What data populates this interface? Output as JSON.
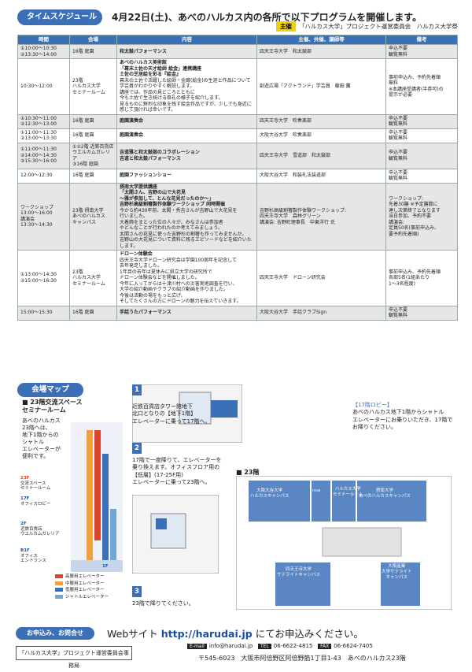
{
  "schedule": {
    "title": "タイムスケジュール",
    "intro": "4月22日(土)、あべのハルカス内の各所で以下プログラムを開催します。",
    "org_tag": "主催",
    "org_text": "「ハルカス大学」プロジェクト運営委員会　ハルカス大学祭",
    "headers": [
      "時間",
      "会場",
      "内容",
      "主催、共催、講師等",
      "備考"
    ],
    "rows": [
      {
        "time": [
          "①10:00～10:30",
          "②13:30～14:00"
        ],
        "venue": [
          "16階 庭園"
        ],
        "content": [
          "和太鼓パフォーマンス"
        ],
        "bold": 1,
        "org": [
          "四天王寺大学　和太鼓部"
        ],
        "note": [
          "申込不要",
          "観覧無料"
        ],
        "alt": true
      },
      {
        "time": [
          "10:30～12:00"
        ],
        "venue": [
          "23階",
          "ハルカス大学",
          "セミナールーム"
        ],
        "content": [
          "あべのハルカス美術館",
          "「幕末土佐の天才絵師 絵金」連携講座",
          "土佐の芝居絵を彩る『絵金』",
          "幕末の土佐で活躍した絵師・金蔵(絵金)の生涯と作品について",
          "学芸員がわかりやすく解説します。",
          "講座では、作品の見どころとともに",
          "今も土佐で生き続ける祭礼の様子を紹介します。",
          "見るものに鮮烈な印象を残す絵金作品ですが、少しでも身近に",
          "感じて頂ければ幸いです。"
        ],
        "bold": 3,
        "org": [
          "創造広場「アクトランド」学芸員　藤田 薫"
        ],
        "note": [
          "事前申込み、予約先着順",
          "無料",
          "※本講座受講者(半券可)の",
          "提示が必要"
        ],
        "alt": false
      },
      {
        "time": [
          "①10:30～11:00",
          "②12:30～13:00"
        ],
        "venue": [
          "16階 庭園"
        ],
        "content": [
          "庭園演奏会"
        ],
        "bold": 1,
        "org": [
          "四天王寺大学　吹奏楽部"
        ],
        "note": [
          "申込不要",
          "観覧無料"
        ],
        "alt": true
      },
      {
        "time": [
          "①11:00～11:30",
          "②13:00～13:30"
        ],
        "venue": [
          "16階 庭園"
        ],
        "content": [
          "庭園演奏会"
        ],
        "bold": 1,
        "org": [
          "大阪大谷大学　吹奏楽部"
        ],
        "note": [
          "申込不要",
          "観覧無料"
        ],
        "alt": false
      },
      {
        "time": [
          "①11:00～11:30",
          "②14:00～14:30",
          "③15:30～16:00"
        ],
        "venue": [
          "①②2階 近鉄百貨店",
          "ウエルカムガレリア",
          "③16階 庭園"
        ],
        "content": [
          "吉道雅と和太鼓部のコラボレーション",
          "吉道と和太鼓パフォーマンス"
        ],
        "bold": 2,
        "org": [
          "四天王寺大学　雪道部　和太鼓部"
        ],
        "note": [
          "申込不要",
          "観覧無料"
        ],
        "alt": true
      },
      {
        "time": [
          "12:00～12:30"
        ],
        "venue": [
          "16階 庭園"
        ],
        "content": [
          "庭園ファッションショー"
        ],
        "bold": 1,
        "org": [
          "大阪大谷大学　和装礼法装道部"
        ],
        "note": [
          "申込不要",
          "観覧無料"
        ],
        "alt": false
      },
      {
        "time": [
          "ワークショップ",
          "13:00～16:00",
          "講演会",
          "13:30～14:30"
        ],
        "venue": [
          "23階 摂南大学",
          "あべのハルカス",
          "キャンパス"
        ],
        "content": [
          "摂南大学提供講座",
          "「太閤さん、吉野の山で大花見",
          "～雅が参加して、とんな花見だったのか～」",
          "吉野杉高級割箸製作体験ワークショップ 同時開催",
          "今から約430年前、太閤・秀吉さんが吉野山で大花見を",
          "行いました。",
          "大着飾をまとった位の人々が、みなさんは参加者",
          "やどんなことが行われたのか考えてみましょう。",
          "太閤さんの花見に使った吉野杉の割箸も作ってみませんか。",
          "吉野山の大花見について資料に残るエピソードなどを紹介いたします。"
        ],
        "bold": 4,
        "org": [
          "吉野杉高級割箸製作体験ワークショップ:",
          "四天王寺大学　森林グリーン",
          "講演会: 吉野町理事長　中東洋行 氏"
        ],
        "note": [
          "ワークショップ:",
          "先着30膳 ※予定膳数に",
          "達し次第終了となります",
          "当日参加、予約不要",
          "",
          "講演会:",
          "定員50名(事前申込み、",
          "要予約先着順)"
        ],
        "alt": true
      },
      {
        "time": [
          "①13:00～14:30",
          "②15:00～16:30"
        ],
        "venue": [
          "23階",
          "ハルカス大学",
          "セミナールーム"
        ],
        "content": [
          "ドローン体験会",
          "四天王寺大学ドローン研究会は学園100周年を記念して",
          "去年発足しました。",
          "1年目の去年は夏休みに県立大学の研究所で",
          "ドローン体験会などを開催しました。",
          "今年に入ってからは十津川村への災害実地調査を行い、",
          "大学の紹介動画やクラブの紹介動画を作りました。",
          "今後は活動の場をもっと広げ、",
          "そしてたくさんの方にドローンの魅力を伝えていきます。"
        ],
        "bold": 1,
        "org": [
          "四天王寺大学　ドローン研究会"
        ],
        "note": [
          "事前申込み、予約先着順",
          "各部5名(1組あたり",
          "1～3名程度)"
        ],
        "alt": false
      },
      {
        "time": [
          "15:00～15:30"
        ],
        "venue": [
          "16階 庭園"
        ],
        "content": [
          "手話うたパフォーマンス"
        ],
        "bold": 1,
        "org": [
          "大阪大谷大学　手話クラブSign"
        ],
        "note": [
          "申込不要",
          "観覧無料"
        ],
        "alt": true
      }
    ]
  },
  "map": {
    "title": "会場マップ",
    "floor_title": "■ 23階交流スペース\nセミナールーム",
    "floor_desc": "あべのハルカス\n23階へは、\n地下1階からの\nシャトル\nエレベーターが\n便利です。",
    "legend": [
      "高層用エレベーター",
      "中層用エレベーター",
      "低層用エレベーター",
      "シャトルエレベーター"
    ],
    "legend_colors": [
      "#d9462b",
      "#f2a03c",
      "#3b6fb6",
      "#6fa8d6"
    ],
    "floors": [
      "23F",
      "17F",
      "2F",
      "B1F",
      "1F"
    ],
    "floor_labels": [
      "交流スペース\nセミナールーム",
      "オフィスロビー",
      "近鉄百貨店\nウエルカムガレリア",
      "オフィス\nエントランス",
      ""
    ],
    "steps": [
      {
        "num": "1",
        "text": "近鉄百貨店タワー館地下\n北口となりの【地下1階】\nエレベーターに乗って17階へ。"
      },
      {
        "num": "2",
        "text": "17階で一度降りて、エレベーターを\n乗り換えます。オフィスフロア用の\n【低層】(17-25F用)\nエレベーターに乗って23階へ。"
      },
      {
        "num": "3",
        "text": "23階で降りてください。"
      }
    ],
    "lobby17_head": "【17階ロビー】",
    "lobby17_text": "あべのハルカス地下1階からシャトル\nエレベーターにお乗りいただき、17階で\nお降りください。",
    "floor23": "■ 23階",
    "room1": "大阪大谷大学\nハルカスキャンパス",
    "room2": "noa",
    "room3": "ハルカス大学\nセミナールーム",
    "room4": "摂南大学\nあべのハルカスキャンパス",
    "room5": "四天王寺大学\nサテライトキャンパス",
    "room6": "大阪産業\n大学サテライト\nキャンパス"
  },
  "footer": {
    "pill": "お申込み、お問合せ",
    "web_label": "Webサイト",
    "web_url": "http://harudai.jp",
    "web_tail": "にてお申込みください。",
    "org_box": "「ハルカス大学」プロジェクト運営委員会事務局",
    "email_key": "E-mail",
    "email": "info@harudai.jp",
    "tel_key": "TEL",
    "tel": "06-6622-4815",
    "fax_key": "FAX",
    "fax": "06-6624-7405",
    "address": "〒545-6023　大阪市阿倍野区阿倍野筋1丁目1-43　あべのハルカス23階"
  }
}
